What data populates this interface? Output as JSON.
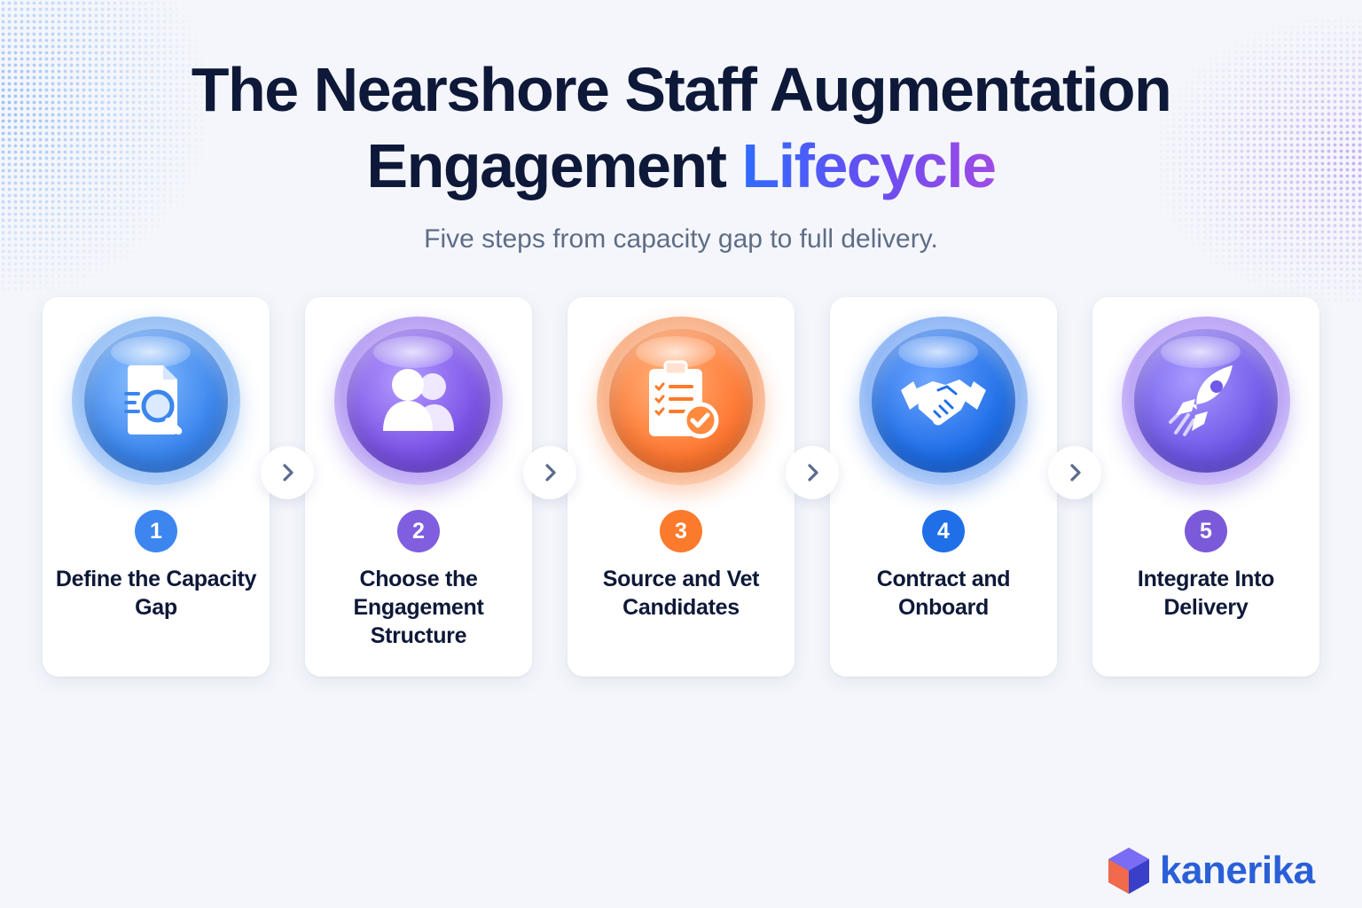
{
  "title": {
    "line1": "The Nearshore Staff Augmentation",
    "line2_main": "Engagement",
    "line2_accent": "Lifecycle"
  },
  "subtitle": "Five steps from capacity gap to full delivery.",
  "steps": [
    {
      "number": "1",
      "label": "Define the Capacity Gap",
      "icon": "document-search-icon",
      "color": "#3d86f0"
    },
    {
      "number": "2",
      "label": "Choose the Engagement Structure",
      "icon": "users-icon",
      "color": "#7f5fe0"
    },
    {
      "number": "3",
      "label": "Source and Vet Candidates",
      "icon": "clipboard-check-icon",
      "color": "#fb7a2c"
    },
    {
      "number": "4",
      "label": "Contract and Onboard",
      "icon": "handshake-icon",
      "color": "#1f6fe8"
    },
    {
      "number": "5",
      "label": "Integrate Into Delivery",
      "icon": "rocket-icon",
      "color": "#7a5ad8"
    }
  ],
  "brand": {
    "name": "kanerika",
    "logo": "cube-logo-icon"
  }
}
